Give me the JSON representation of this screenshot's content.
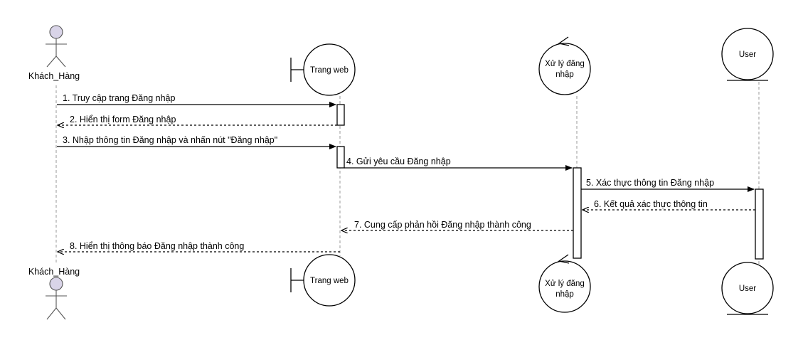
{
  "participants": {
    "actor": "Khách_Hàng",
    "boundary": "Trang web",
    "control": [
      "Xử lý đăng",
      "nhập"
    ],
    "entity": "User"
  },
  "messages": [
    {
      "label": "1. Truy cập trang Đăng nhập",
      "kind": "sync"
    },
    {
      "label": "2. Hiển thị form Đăng nhập",
      "kind": "return"
    },
    {
      "label": "3. Nhập thông tin Đăng nhập và nhấn nút \"Đăng nhập\"",
      "kind": "sync"
    },
    {
      "label": "4. Gửi yêu cầu Đăng nhập",
      "kind": "sync"
    },
    {
      "label": "5. Xác thực thông tin Đăng nhập",
      "kind": "sync"
    },
    {
      "label": "6. Kết quả xác thực thông tin",
      "kind": "return"
    },
    {
      "label": "7. Cung cấp phản hồi Đăng nhập thành công",
      "kind": "return"
    },
    {
      "label": "8. Hiển thị thông báo Đăng nhập thành công",
      "kind": "return"
    }
  ],
  "colors": {
    "actor_fill": "#d9d4e8",
    "line": "#000000",
    "lifeline": "#999999"
  }
}
